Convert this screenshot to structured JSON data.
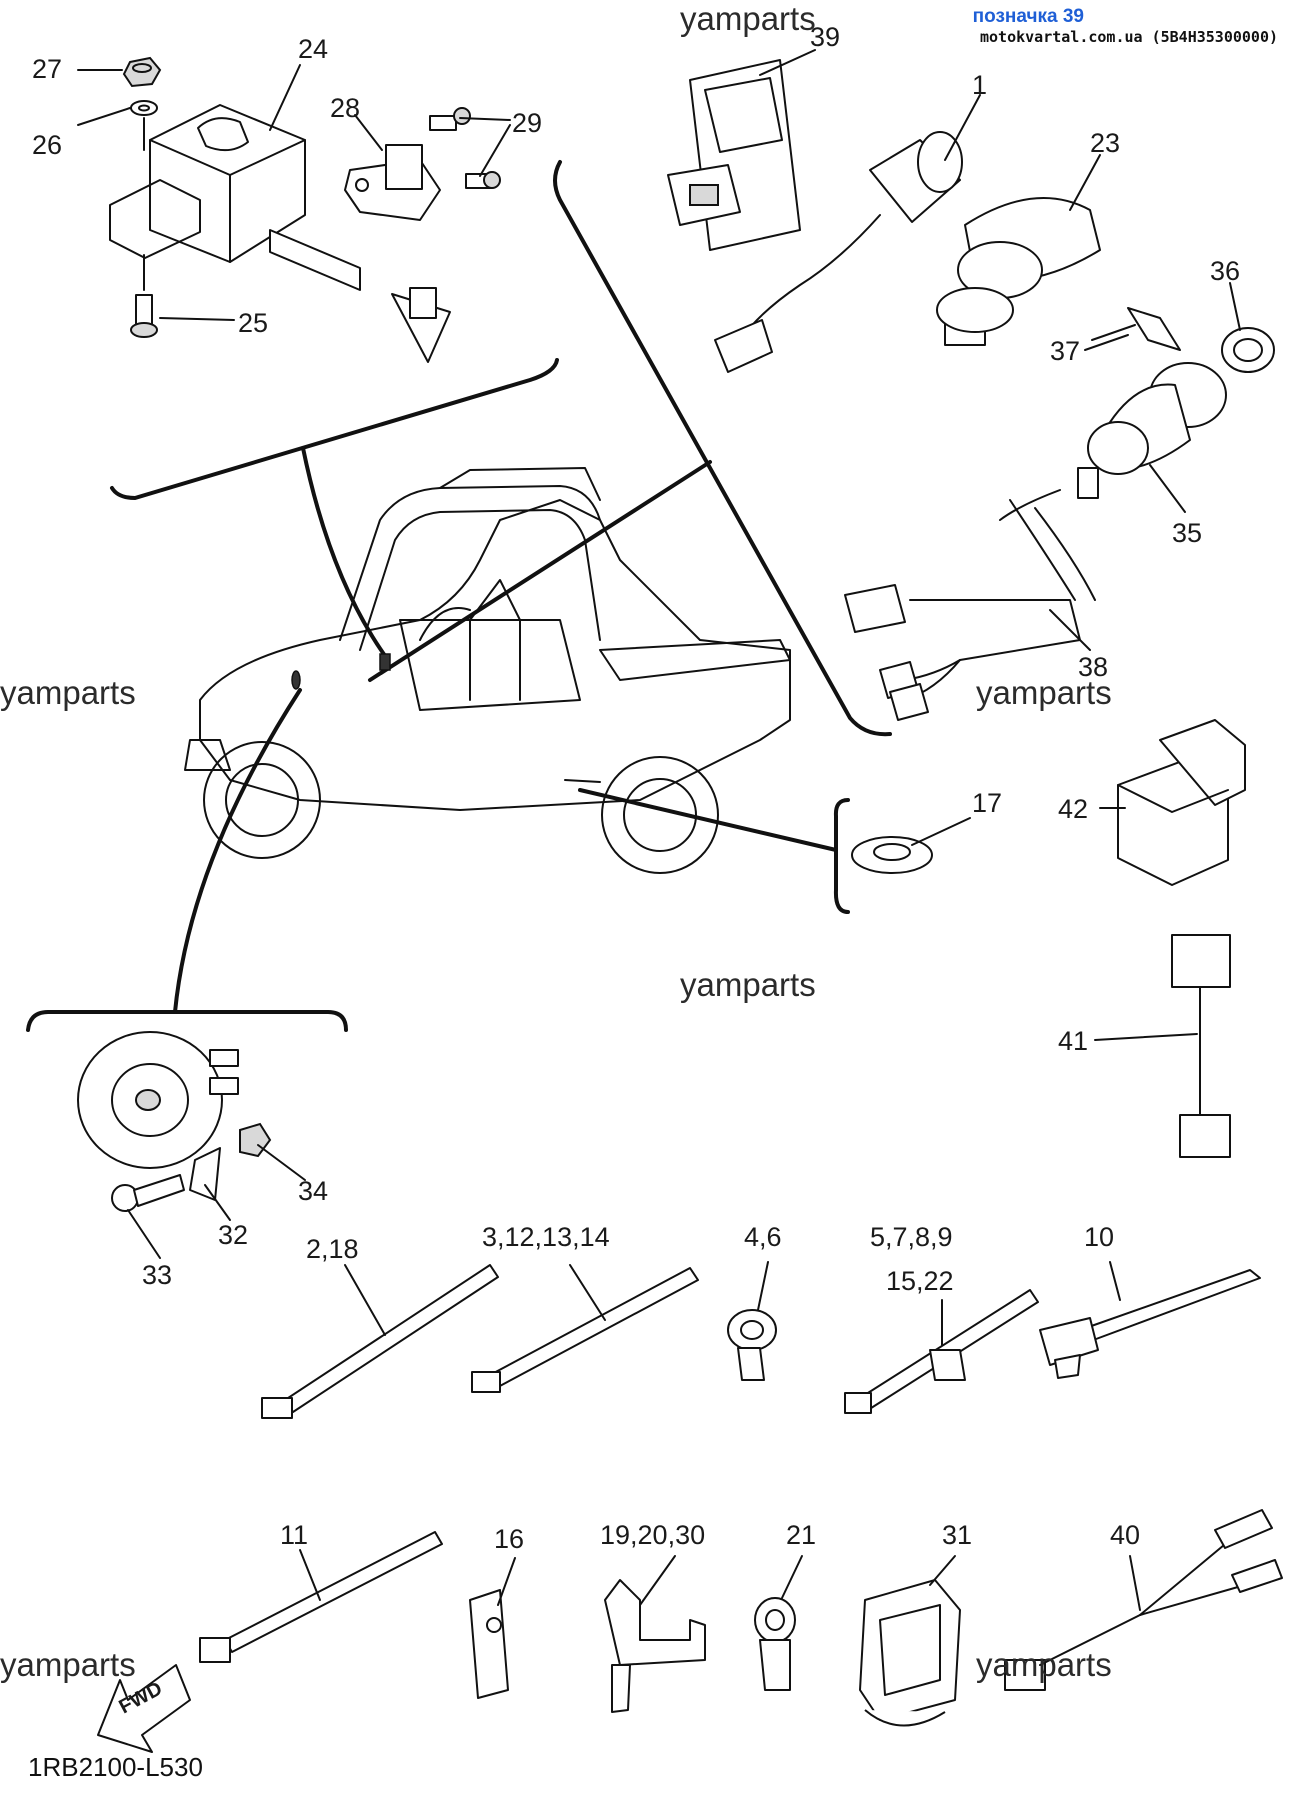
{
  "header": {
    "title": "позначка 39",
    "site": "motokvartal.com.ua (5B4H35300000)"
  },
  "watermarks": [
    "yamparts",
    "yamparts",
    "yamparts",
    "yamparts",
    "yamparts",
    "yamparts"
  ],
  "diagram_code": "1RB2100-L530",
  "fwd_label": "FWD",
  "callouts": {
    "c27": "27",
    "c26": "26",
    "c24": "24",
    "c28": "28",
    "c29": "29",
    "c25": "25",
    "c39": "39",
    "c1": "1",
    "c23": "23",
    "c36": "36",
    "c37": "37",
    "c35": "35",
    "c38": "38",
    "c17": "17",
    "c42": "42",
    "c41": "41",
    "c34": "34",
    "c32": "32",
    "c33": "33",
    "c2_18": "2,18",
    "c3_14": "3,12,13,14",
    "c4_6": "4,6",
    "c5_9": "5,7,8,9",
    "c15_22": "15,22",
    "c10": "10",
    "c11": "11",
    "c16": "16",
    "c19_30": "19,20,30",
    "c21": "21",
    "c31": "31",
    "c40": "40"
  }
}
